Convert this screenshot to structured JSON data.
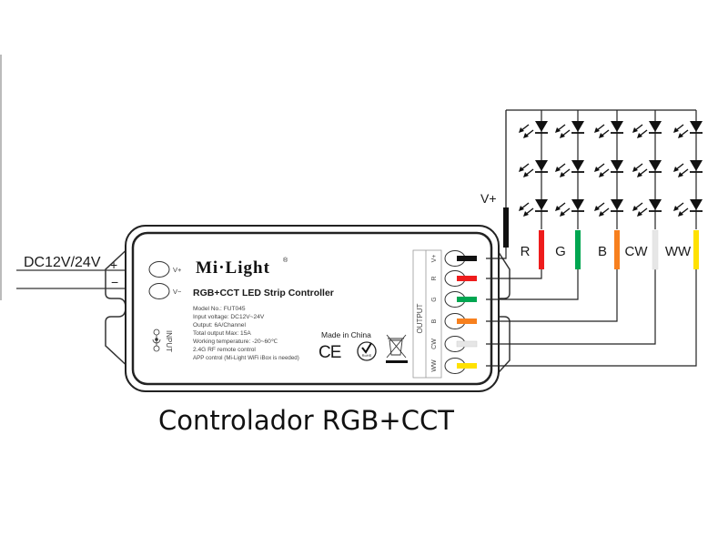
{
  "diagram": {
    "caption": "Controlador RGB+CCT",
    "power_input": {
      "label": "DC12V/24V",
      "plus": "+",
      "minus": "−"
    },
    "device": {
      "brand": "Mi·Light",
      "registered": "®",
      "title": "RGB+CCT LED Strip Controller",
      "specs": [
        "Model No.: FUT045",
        "Input voltage: DC12V~24V",
        "Output: 6A/Channel",
        "Total output Max: 15A",
        "Working temperature: -20~60℃",
        "2.4G RF remote control",
        "APP control (Mi-Light WiFi iBox is needed)"
      ],
      "input_terminals": [
        "V+",
        "V−"
      ],
      "input_label": "INPUT",
      "made_in": "Made in China",
      "ce_mark": "CE",
      "rohs": "RoHS",
      "output_label": "OUTPUT",
      "output_terminals": [
        {
          "label": "V+",
          "color": "#111111"
        },
        {
          "label": "R",
          "color": "#ee1c1c"
        },
        {
          "label": "G",
          "color": "#00a651"
        },
        {
          "label": "B",
          "color": "#f7801e"
        },
        {
          "label": "CW",
          "color": "#e6e6e6"
        },
        {
          "label": "WW",
          "color": "#ffe100"
        }
      ]
    },
    "led_strip": {
      "vplus_label": "V+",
      "vplus_color": "#111111",
      "channels": [
        {
          "label": "R",
          "color": "#ee1c1c"
        },
        {
          "label": "G",
          "color": "#00a651"
        },
        {
          "label": "B",
          "color": "#f7801e"
        },
        {
          "label": "CW",
          "color": "#e6e6e6"
        },
        {
          "label": "WW",
          "color": "#ffe100"
        }
      ],
      "leds_per_channel": 3
    }
  }
}
